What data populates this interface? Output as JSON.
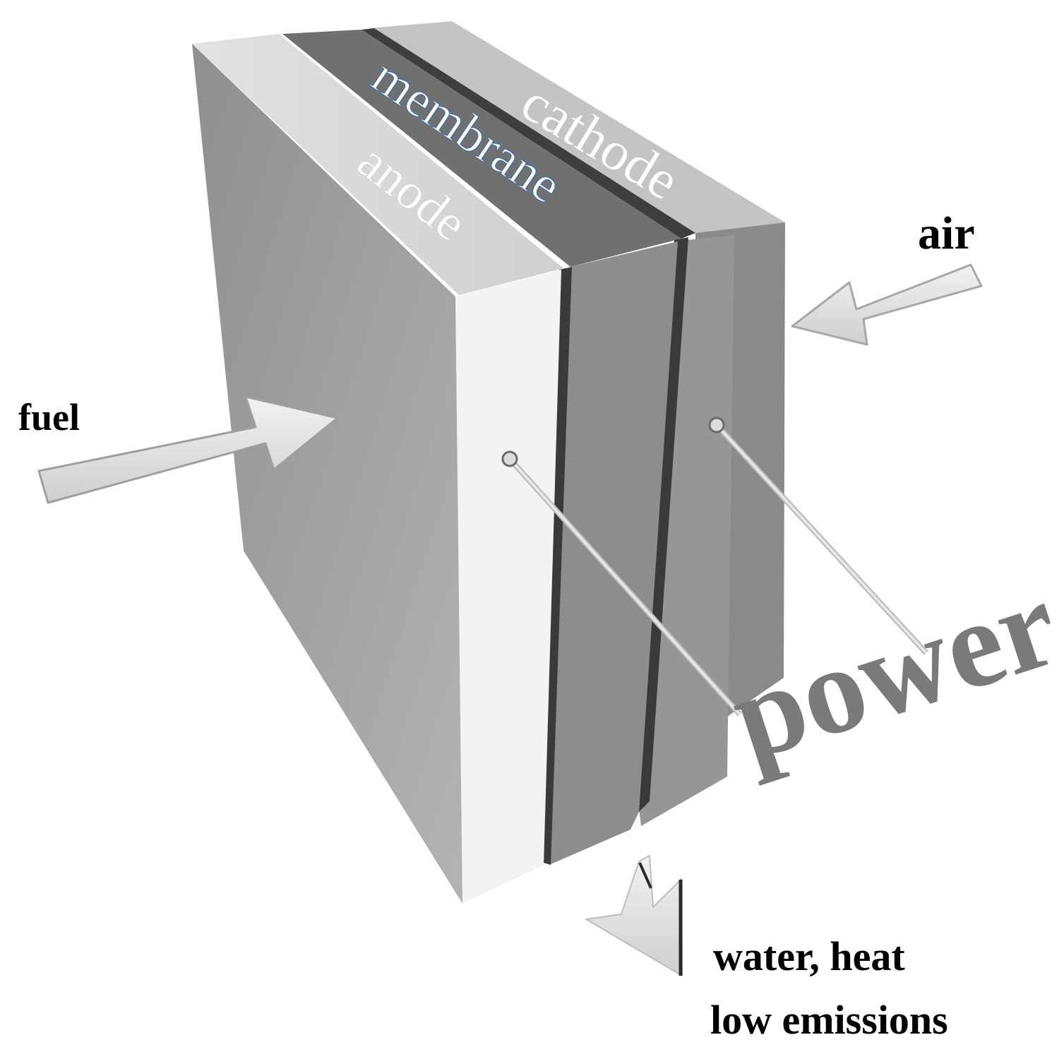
{
  "layers": {
    "anode": "anode",
    "membrane": "membrane",
    "cathode": "cathode"
  },
  "flows": {
    "fuel": "fuel",
    "air": "air",
    "output_line1": "water, heat",
    "output_line2": "low emissions"
  },
  "power_label": "power",
  "colors": {
    "anode_front": "#9a9a9a",
    "anode_side": "#ededed",
    "membrane": "#6e6e6e",
    "cathode": "#8c8c8c",
    "arrow": "#e0e0e0",
    "power_text": "#7a7a7a"
  }
}
